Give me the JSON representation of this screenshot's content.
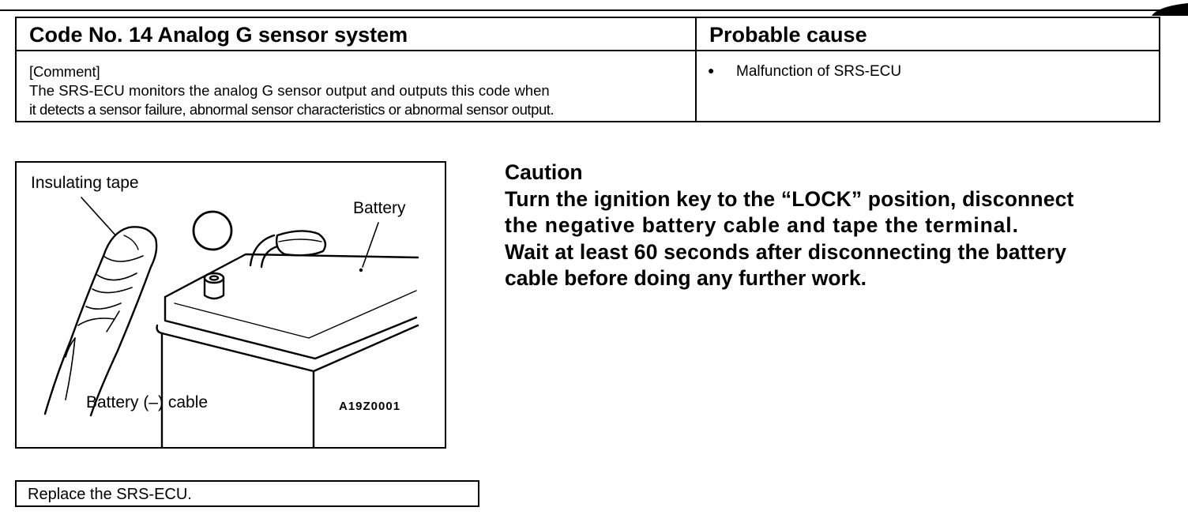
{
  "code_table": {
    "header_left": "Code No. 14 Analog G sensor system",
    "header_right": "Probable cause",
    "comment_label": "[Comment]",
    "comment_line1": "The SRS-ECU monitors the analog G sensor output and outputs this code when",
    "comment_line2": "it detects a sensor failure, abnormal sensor characteristics or abnormal sensor output.",
    "cause_bullet": "●",
    "cause_item": "Malfunction of SRS-ECU"
  },
  "figure": {
    "label_tape": "Insulating tape",
    "label_battery": "Battery",
    "label_cable": "Battery (–) cable",
    "minus_symbol": "–",
    "figure_code": "A19Z0001"
  },
  "caution": {
    "title": "Caution",
    "line1": "Turn the ignition key to the “LOCK” position, disconnect",
    "line2": "the negative battery cable and tape the terminal.",
    "line3": "Wait at least 60 seconds after disconnecting the battery",
    "line4": "cable before doing any further work."
  },
  "action": {
    "text": "Replace the SRS-ECU."
  }
}
